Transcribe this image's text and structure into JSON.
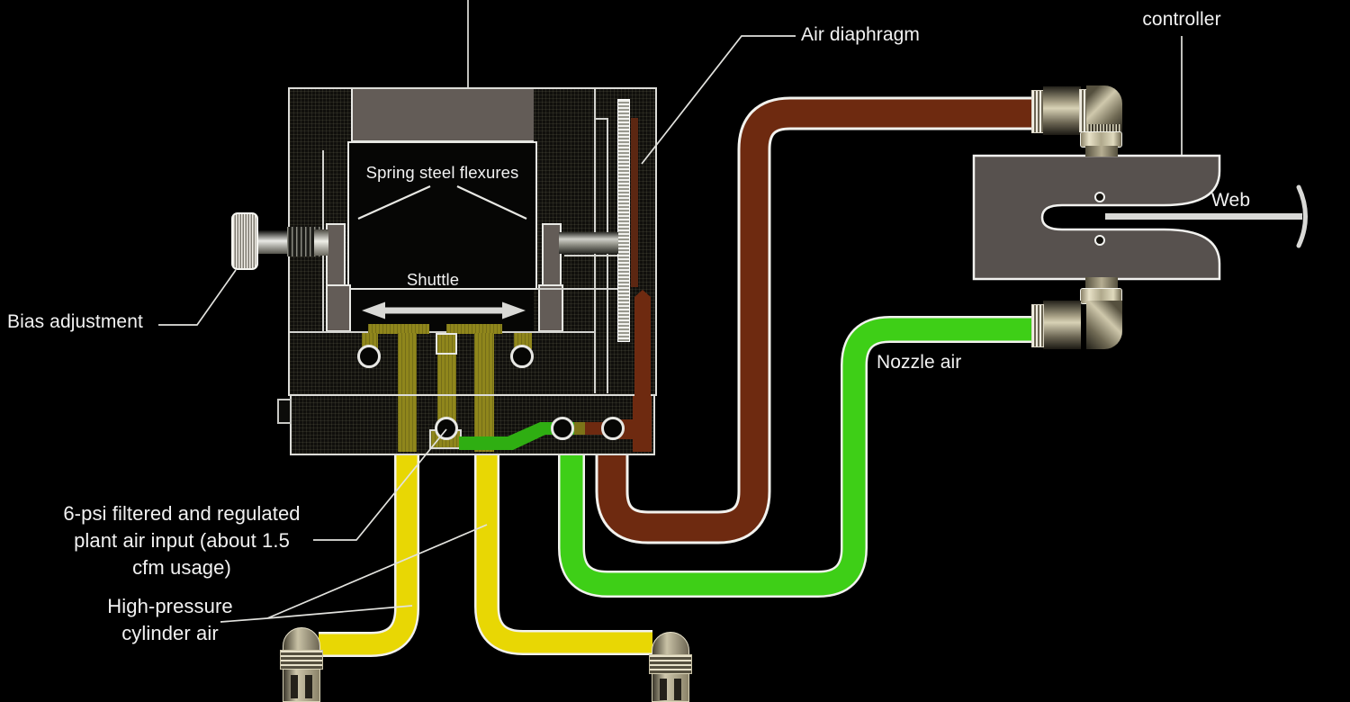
{
  "diagram": {
    "labels": {
      "controller": "controller",
      "air_diaphragm": "Air diaphragm",
      "web": "Web",
      "nozzle_air": "Nozzle air",
      "bias_adjustment": "Bias adjustment",
      "plant_air_input": "6-psi filtered and regulated\nplant air input (about 1.5\ncfm usage)",
      "high_pressure_cylinder_air": "High-pressure\ncylinder air",
      "spring_steel_flexures": "Spring steel flexures",
      "shuttle": "Shuttle"
    },
    "colors": {
      "nozzle_air_green": "#3ecf17",
      "channel_green": "#2fae12",
      "cylinder_air_yellow": "#e8d704",
      "channel_olive": "#8f861c",
      "signal_air_brown": "#6e2a10",
      "sensor_gray": "#57514e",
      "outline_white": "#f2f2ee",
      "metal_khaki": "#8a8268",
      "label_white": "#f2f2f2"
    }
  }
}
